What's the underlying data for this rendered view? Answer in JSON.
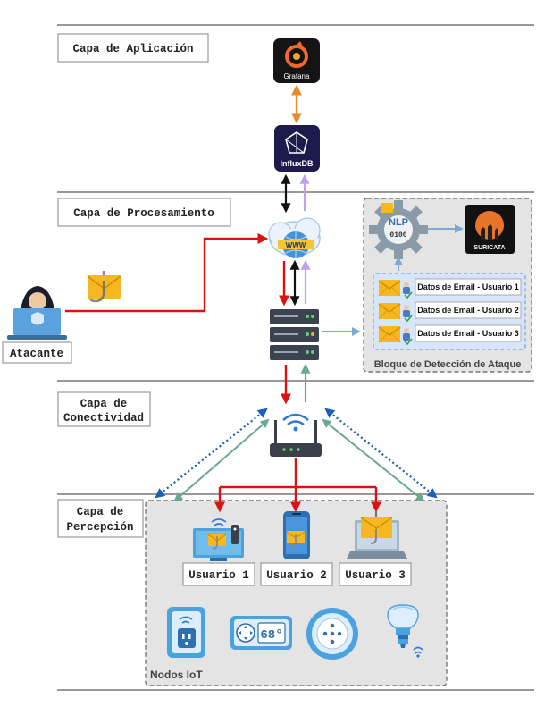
{
  "layers": {
    "application": "Capa de Aplicación",
    "processing": "Capa de Procesamiento",
    "connectivity_1": "Capa de",
    "connectivity_2": "Conectividad",
    "perception_1": "Capa de",
    "perception_2": "Percepción"
  },
  "logos": {
    "grafana": "Grafana",
    "influxdb": "InfluxDB",
    "suricata": "SURICATA",
    "www": "WWW",
    "nlp": "NLP",
    "nlp_bits": "0100"
  },
  "attacker": {
    "label": "Atacante"
  },
  "detection": {
    "title": "Bloque de Detección de Ataque",
    "emails": [
      "Datos de Email - Usuario 1",
      "Datos de Email - Usuario 2",
      "Datos de Email - Usuario 3"
    ]
  },
  "users": [
    "Usuario 1",
    "Usuario 2",
    "Usuario 3"
  ],
  "thermostat": {
    "reading": "68°"
  },
  "iot": {
    "title": "Nodos IoT"
  },
  "colors": {
    "red": "#dd1111",
    "orange": "#e88a2c",
    "purple": "#c49ef0",
    "steel_blue": "#7ea7d4",
    "teal": "#6aa894",
    "dotted_blue": "#1a5fb8",
    "email_yellow": "#f5b820",
    "panel_gray": "#e4e4e4"
  }
}
